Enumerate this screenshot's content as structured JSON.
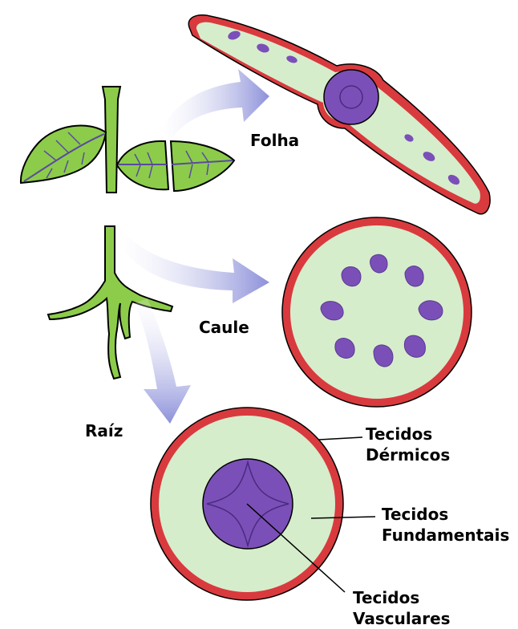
{
  "labels": {
    "folha": "Folha",
    "caule": "Caule",
    "raiz": "Raíz",
    "dermicos": [
      "Tecidos",
      "Dérmicos"
    ],
    "fundamentais": [
      "Tecidos",
      "Fundamentais"
    ],
    "vasculares": [
      "Tecidos",
      "Vasculares"
    ]
  },
  "colors": {
    "dermal": "#d93a3e",
    "ground": "#d6edcc",
    "vascular": "#7b4fb8",
    "plant_green": "#8ccc4a",
    "arrow": "#8c90d9",
    "outline": "#000000"
  }
}
